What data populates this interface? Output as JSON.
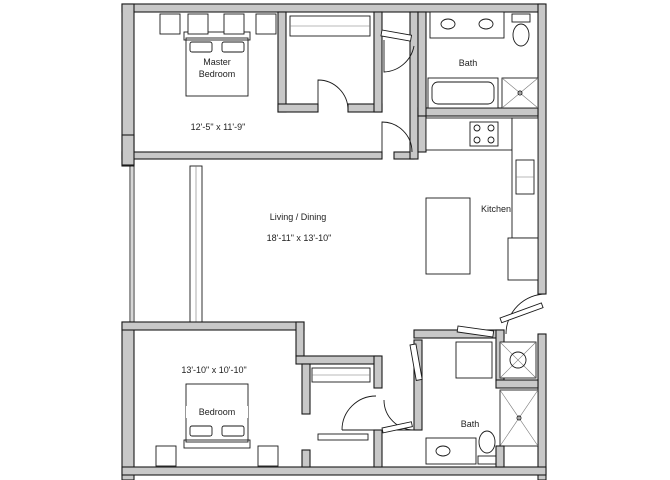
{
  "rooms": {
    "master_bedroom": {
      "name_line1": "Master",
      "name_line2": "Bedroom",
      "dimensions": "12'-5\" x 11'-9\""
    },
    "bath_top": {
      "name": "Bath"
    },
    "kitchen": {
      "name": "Kitchen"
    },
    "living_dining": {
      "name": "Living / Dining",
      "dimensions": "18'-11\" x 13'-10\""
    },
    "bedroom": {
      "name": "Bedroom",
      "dimensions": "13'-10\" x 10'-10\""
    },
    "bath_bottom": {
      "name": "Bath"
    }
  },
  "colors": {
    "wall_fill": "#c8c8c8",
    "line": "#1a1a1a",
    "background": "#ffffff"
  }
}
